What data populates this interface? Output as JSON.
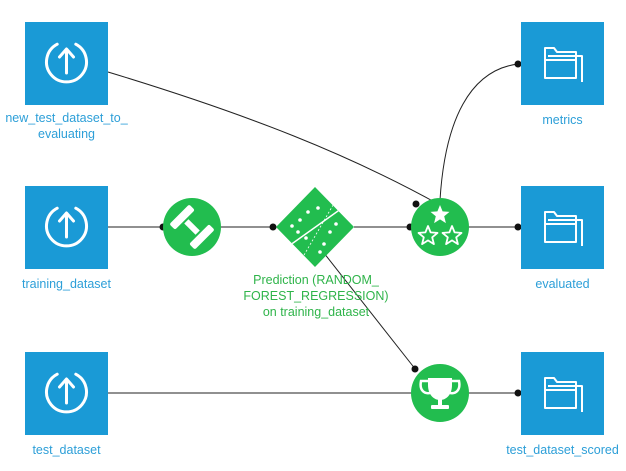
{
  "colors": {
    "dataset_blue": "#1a9ad6",
    "recipe_green": "#22bd4f",
    "edge": "#222222",
    "icon": "#ffffff"
  },
  "datasets": {
    "new_test": {
      "label_line1": "new_test_dataset_to_",
      "label_line2": "evaluating",
      "icon": "upload-icon"
    },
    "training": {
      "label": "training_dataset",
      "icon": "upload-icon"
    },
    "test": {
      "label": "test_dataset",
      "icon": "upload-icon"
    },
    "metrics": {
      "label": "metrics",
      "icon": "folder-icon"
    },
    "evaluated": {
      "label": "evaluated",
      "icon": "folder-icon"
    },
    "test_scored": {
      "label": "test_dataset_scored",
      "icon": "folder-icon"
    }
  },
  "recipes": {
    "train": {
      "icon": "dumbbell-icon"
    },
    "model": {
      "label_line1": "Prediction (RANDOM_",
      "label_line2": "FOREST_REGRESSION)",
      "label_line3": "on training_dataset",
      "icon": "model-diamond-icon"
    },
    "evaluate": {
      "icon": "stars-icon"
    },
    "score": {
      "icon": "trophy-icon"
    }
  }
}
